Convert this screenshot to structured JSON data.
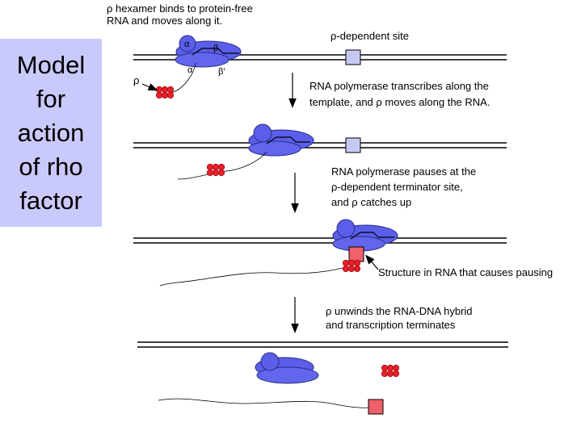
{
  "title": {
    "lines": [
      "Model",
      "for",
      "action",
      "of rho",
      "factor"
    ]
  },
  "labels": {
    "hexamer_binds_1": "ρ hexamer binds to protein-free",
    "hexamer_binds_2": "RNA and moves along it.",
    "rho_dependent_site": "ρ-dependent site",
    "rho_symbol": "ρ",
    "subunit_alpha_top": "α",
    "subunit_beta": "β",
    "subunit_alpha_bottom": "α",
    "subunit_beta_prime": "β'",
    "step1_1": "RNA polymerase transcribes along the",
    "step1_2": "template, and ρ moves along the RNA.",
    "step2_1": "RNA polymerase pauses at the",
    "step2_2": "ρ-dependent terminator site,",
    "step2_3": "and ρ catches up",
    "pause_structure": "Structure in RNA that causes pausing",
    "step3_1": "ρ unwinds the RNA-DNA hybrid",
    "step3_2": "and transcription terminates"
  },
  "colors": {
    "title_bg": "#c9cafb",
    "polymerase": "#5a5ee8",
    "rho": "#e8202a",
    "site": "#c6c8f4",
    "pause_site": "#f0606a"
  }
}
